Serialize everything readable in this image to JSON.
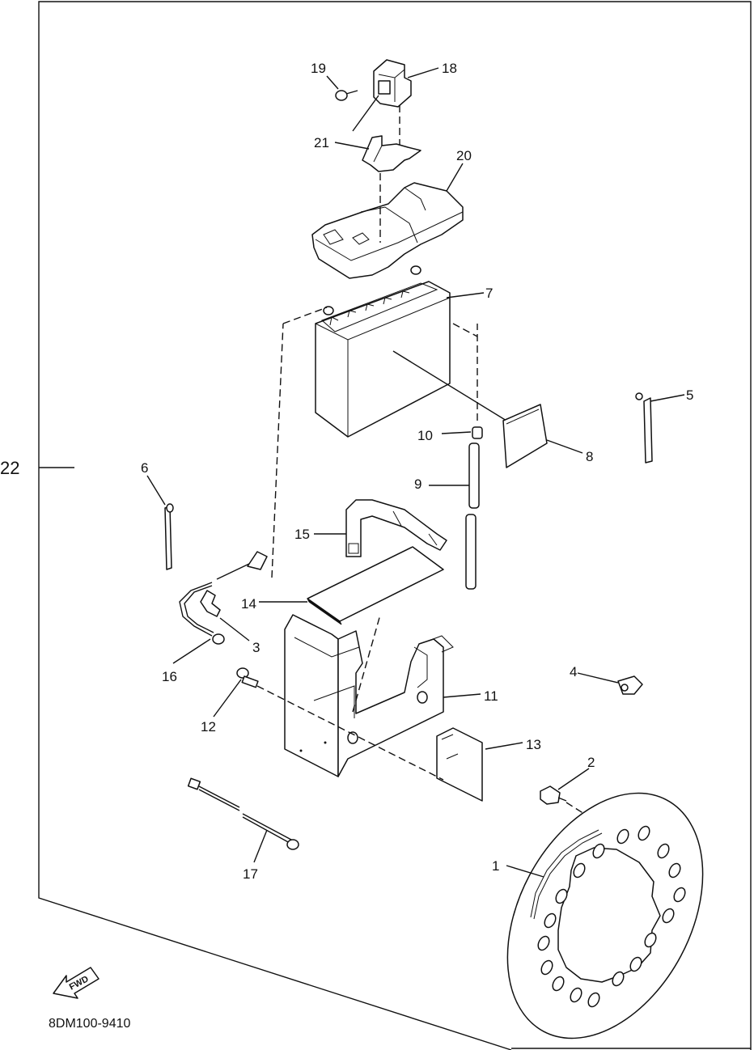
{
  "callouts": {
    "c1": "1",
    "c2": "2",
    "c3": "3",
    "c4": "4",
    "c5": "5",
    "c6": "6",
    "c7": "7",
    "c8": "8",
    "c9": "9",
    "c10": "10",
    "c11": "11",
    "c12": "12",
    "c13": "13",
    "c14": "14",
    "c15": "15",
    "c16": "16",
    "c17": "17",
    "c18": "18",
    "c19": "19",
    "c20": "20",
    "c21": "21",
    "c22": "22"
  },
  "fwd_label": "FWD",
  "diagram_ref": "8DM100-9410"
}
